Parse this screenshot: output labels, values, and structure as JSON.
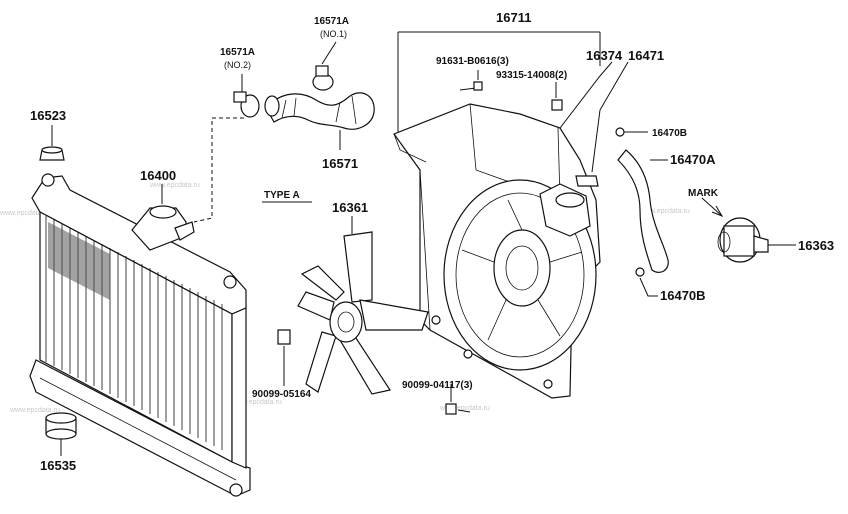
{
  "labels": {
    "p16711": "16711",
    "p16571a_no1": "16571A",
    "p16571a_no1_sub": "(NO.1)",
    "p16571a_no2": "16571A",
    "p16571a_no2_sub": "(NO.2)",
    "p16571": "16571",
    "p16523": "16523",
    "p16400": "16400",
    "p91631": "91631-B0616(3)",
    "p93315": "93315-14008(2)",
    "p16374": "16374",
    "p16471": "16471",
    "p16470b_top": "16470B",
    "p16470a": "16470A",
    "mark": "MARK",
    "p16363": "16363",
    "type_a": "TYPE A",
    "p16361": "16361",
    "p16470b_bottom": "16470B",
    "p90099_05164": "90099-05164",
    "p90099_04117": "90099-04117(3)",
    "p16535": "16535"
  },
  "watermark": "www.epcdata.ru",
  "colors": {
    "line": "#111111",
    "watermark": "#c8c8c8",
    "background": "#ffffff"
  }
}
